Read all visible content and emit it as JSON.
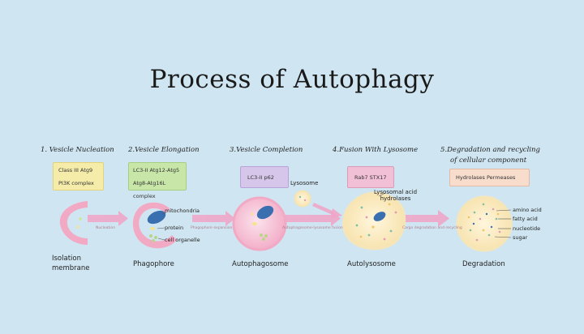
{
  "title": "Process of Autophagy",
  "stages": [
    {
      "label": "1. Vesicle   Nucleation",
      "box": [
        "Class III   Atg9",
        "PI3K  complex"
      ]
    },
    {
      "label": "2.Vesicle Elongation",
      "box": [
        "LC3-II  Atg12-Atg5",
        "Atg8-Atg16L complex"
      ]
    },
    {
      "label": "3.Vesicle Completion",
      "box": [
        "LC3-II     p62"
      ]
    },
    {
      "label": "4.Fusion With Lysosome",
      "box": [
        "Rab7    STX17"
      ]
    },
    {
      "label": "5.Degradation and recycling",
      "label2": "of cellular component",
      "box": [
        "Hydrolases  Permeases"
      ]
    }
  ],
  "structures": {
    "isolation_membrane": [
      "Isolation",
      "membrane"
    ],
    "phagophore": "Phagophore",
    "autophagosome": "Autophagosome",
    "autolysosome": "Autolysosome",
    "degradation": "Degradation",
    "lysosome": "Lysosome"
  },
  "phagophore_parts": [
    "mitochondria",
    "protein",
    "cell  organelle"
  ],
  "autolysosome_parts": [
    "Lysosomal  acid",
    "hydrolases"
  ],
  "degradation_products": [
    "amino acid",
    "fatty acid",
    "nucleotide",
    "sugar"
  ],
  "arrow_notes": [
    "Nucleation",
    "Phagophore expansion",
    "Autophagosome-lysosome fusion",
    "Cargo degradation and recycling"
  ],
  "colors": {
    "background": "#cfe6f2",
    "arrow": "#f0a6c8",
    "membrane": "#f3b3c9",
    "mito": "#3a6fb0"
  }
}
